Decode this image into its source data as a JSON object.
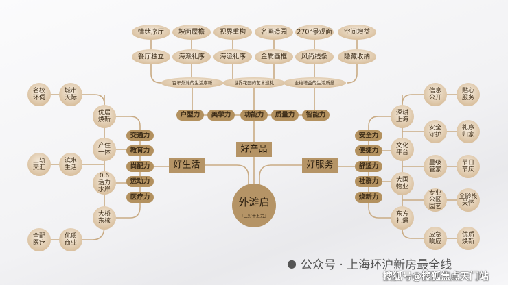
{
  "center": {
    "title": "外滩启",
    "subtitle": "『三好十五力』"
  },
  "branches": {
    "product": "好产品",
    "life": "好生活",
    "service": "好服务"
  },
  "product": {
    "top_row": [
      "情绪序厅",
      "坡面屋檐",
      "视界重构",
      "名画造园",
      "270°景观面",
      "空间增益"
    ],
    "second_row": [
      "餐厅独立",
      "海派礼序",
      "海派礼序",
      "金质画框",
      "风尚线条",
      "隐藏收纳"
    ],
    "themes": [
      "百年外滩的生活序新",
      "世界花园的艺术巡礼",
      "全维增益的生活质量"
    ],
    "powers": [
      "户型力",
      "美学力",
      "功能力",
      "质量力",
      "智能力"
    ]
  },
  "life": {
    "powers": [
      "交通力",
      "教育力",
      "尚配力",
      "运动力",
      "医疗力"
    ],
    "nodes": [
      "优居焕新",
      "产住一体",
      "0.6活力水岸",
      "大桥东核",
      "城市天际",
      "名校环伺",
      "滨水生活",
      "三轨交汇",
      "优质商业",
      "全配医疗"
    ]
  },
  "service": {
    "powers": [
      "安全力",
      "便捷力",
      "舒适力",
      "社群力",
      "焕新力"
    ],
    "nodes": [
      "深耕上海",
      "文化平台",
      "大国物业",
      "东方礼遇"
    ],
    "outer": [
      [
        "信息公开",
        "贴心服务"
      ],
      [
        "安全守护",
        "礼序归家"
      ],
      [
        "星级管家",
        "节日节庆"
      ],
      [
        "专业公区园艺",
        "全龄段关怀"
      ],
      [
        "应急响应",
        "优质焕新"
      ]
    ]
  },
  "footer": {
    "text": "公众号 · 上海环沪新房最全线",
    "watermark": "搜狐号@搜狐焦点天门站"
  },
  "colors": {
    "line": "#c9ab84",
    "circle_light": "#f1e4d2",
    "circle_dark": "#d6bb98",
    "pill": "#b3915f",
    "box": "#b59466",
    "text": "#3b2b17"
  }
}
